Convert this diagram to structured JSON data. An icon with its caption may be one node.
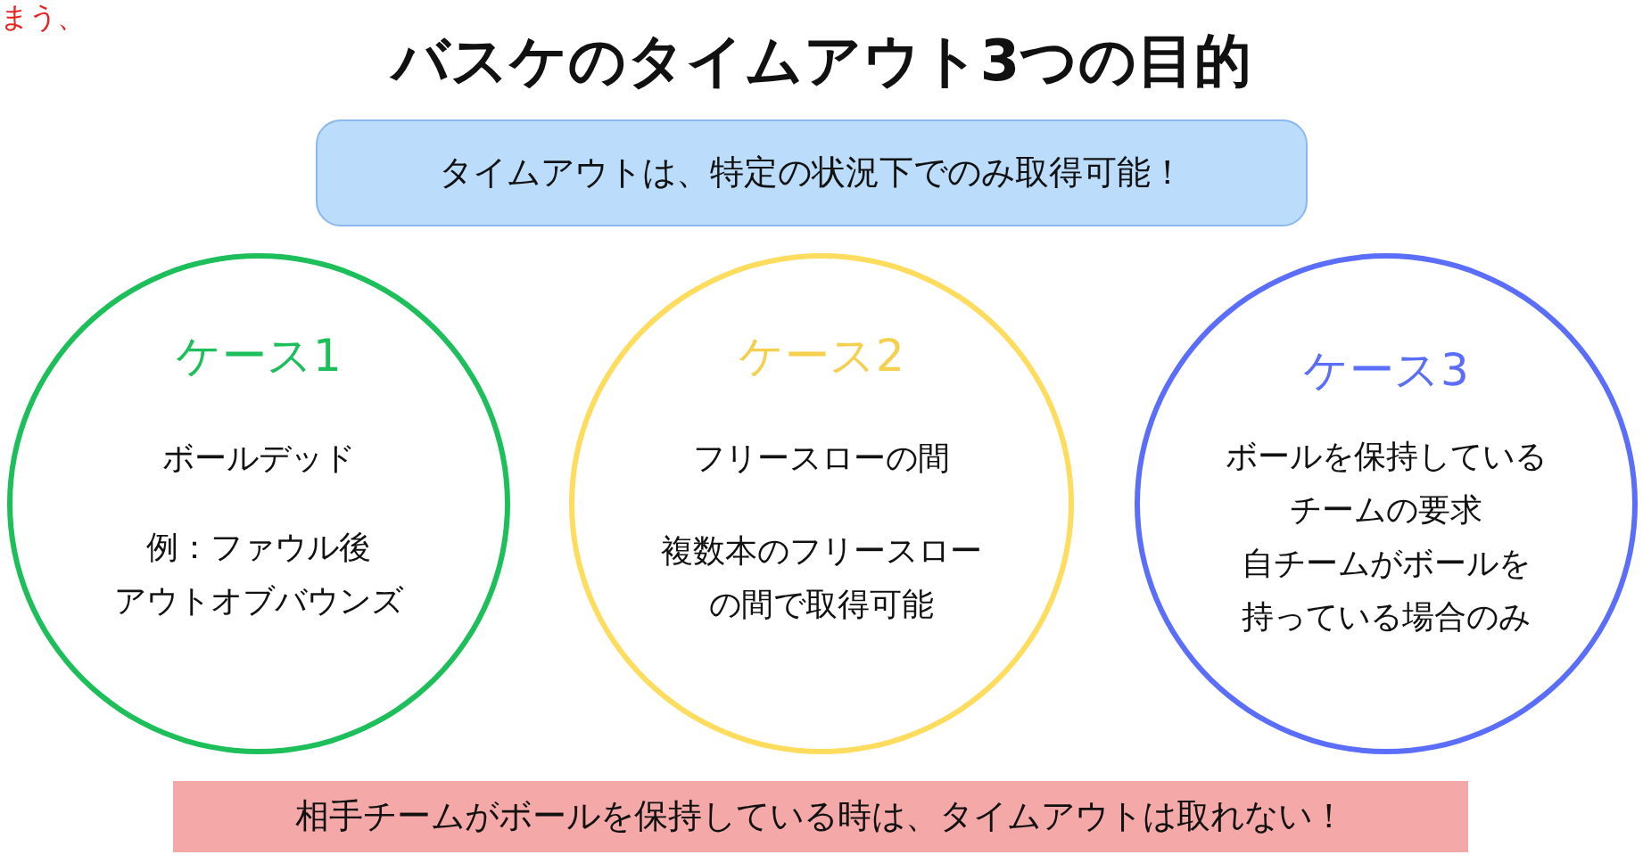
{
  "diagram": {
    "title": "バスケのタイムアウト3つの目的",
    "nodes": [
      {
        "text": [
          "タイムアウトは、特定の状況下でのみ取得可能！"
        ]
      },
      {
        "text": [
          "ケース1",
          "ボールデッド",
          "例：ファウル後アウトオブバウンズ"
        ]
      },
      {
        "text": [
          "ケース2",
          "フリースローの間",
          "複数本のフリースローの間で取得可能"
        ]
      },
      {
        "text": [
          "ケース3",
          "ボールを保持しているチームの要求",
          "自チームがボールを持っている場合のみ"
        ]
      },
      {
        "text": [
          "相手チームがボールを保持している時は、タイムアウトは取れない！"
        ]
      }
    ],
    "labels": [
      "まう、"
    ]
  }
}
